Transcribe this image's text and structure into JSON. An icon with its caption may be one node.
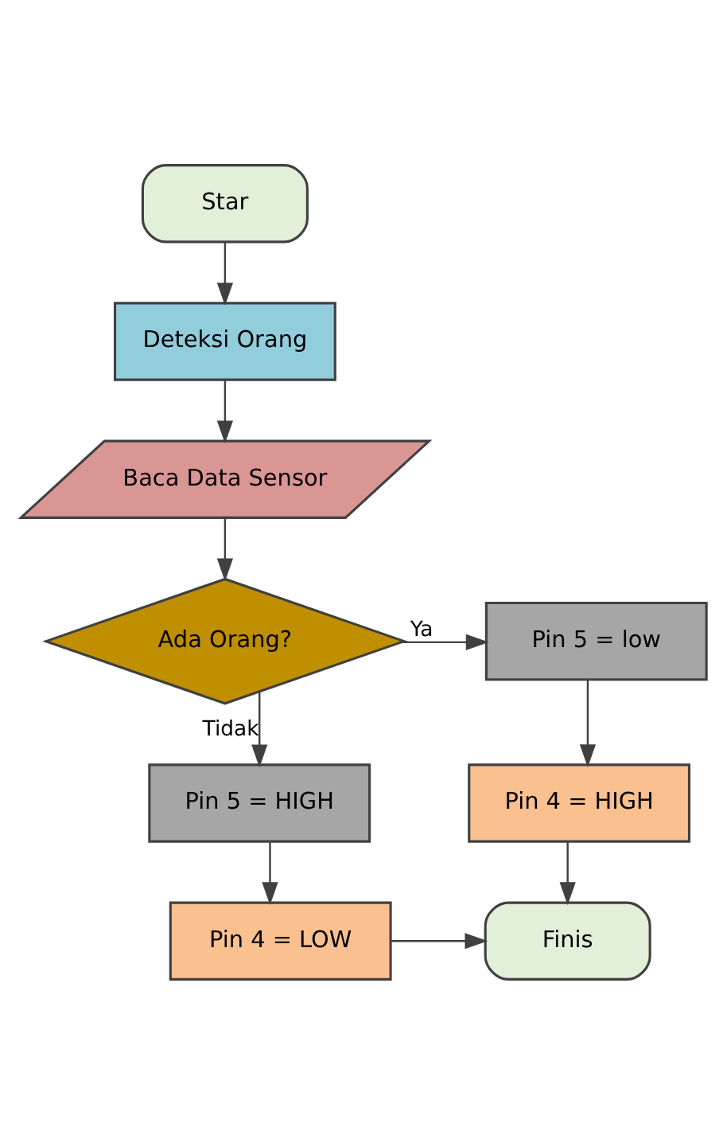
{
  "diagram": {
    "nodes": [
      {
        "text": [
          "Star"
        ]
      },
      {
        "text": [
          "Deteksi Orang"
        ]
      },
      {
        "text": [
          "Baca Data Sensor"
        ]
      },
      {
        "text": [
          "Ada Orang?"
        ]
      },
      {
        "text": [
          "Pin 5 = low"
        ]
      },
      {
        "text": [
          "Pin 4 = HIGH"
        ]
      },
      {
        "text": [
          "Pin 5 = HIGH"
        ]
      },
      {
        "text": [
          "Pin 4 = LOW"
        ]
      },
      {
        "text": [
          "Finis"
        ]
      }
    ],
    "edges": [
      {
        "from": 0,
        "to": 1,
        "arrow": "to"
      },
      {
        "from": 1,
        "to": 2,
        "arrow": "to"
      },
      {
        "from": 2,
        "to": 3,
        "arrow": "to"
      },
      {
        "from": 3,
        "to": 4,
        "arrow": "to",
        "label": "Ya"
      },
      {
        "from": 4,
        "to": 5,
        "arrow": "to"
      },
      {
        "from": 3,
        "to": 6,
        "arrow": "to",
        "label": "Tidak"
      },
      {
        "from": 6,
        "to": 7,
        "arrow": "to"
      },
      {
        "from": 7,
        "to": 8,
        "arrow": "to"
      },
      {
        "from": 5,
        "to": 8,
        "arrow": "to"
      }
    ]
  }
}
